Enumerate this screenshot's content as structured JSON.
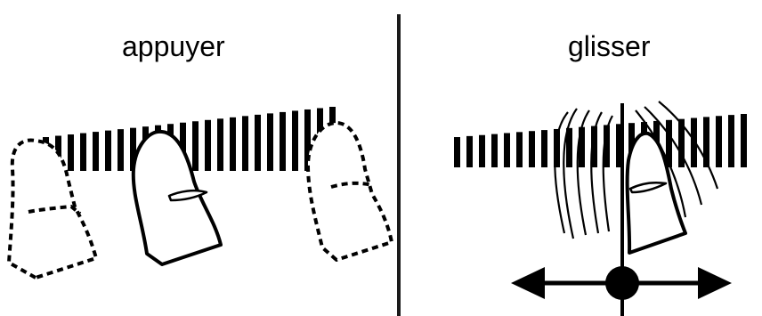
{
  "panels": {
    "left": {
      "label": "appuyer",
      "gesture": "tap"
    },
    "right": {
      "label": "glisser",
      "gesture": "slide"
    }
  },
  "colors": {
    "ink": "#000000",
    "background": "#ffffff"
  }
}
